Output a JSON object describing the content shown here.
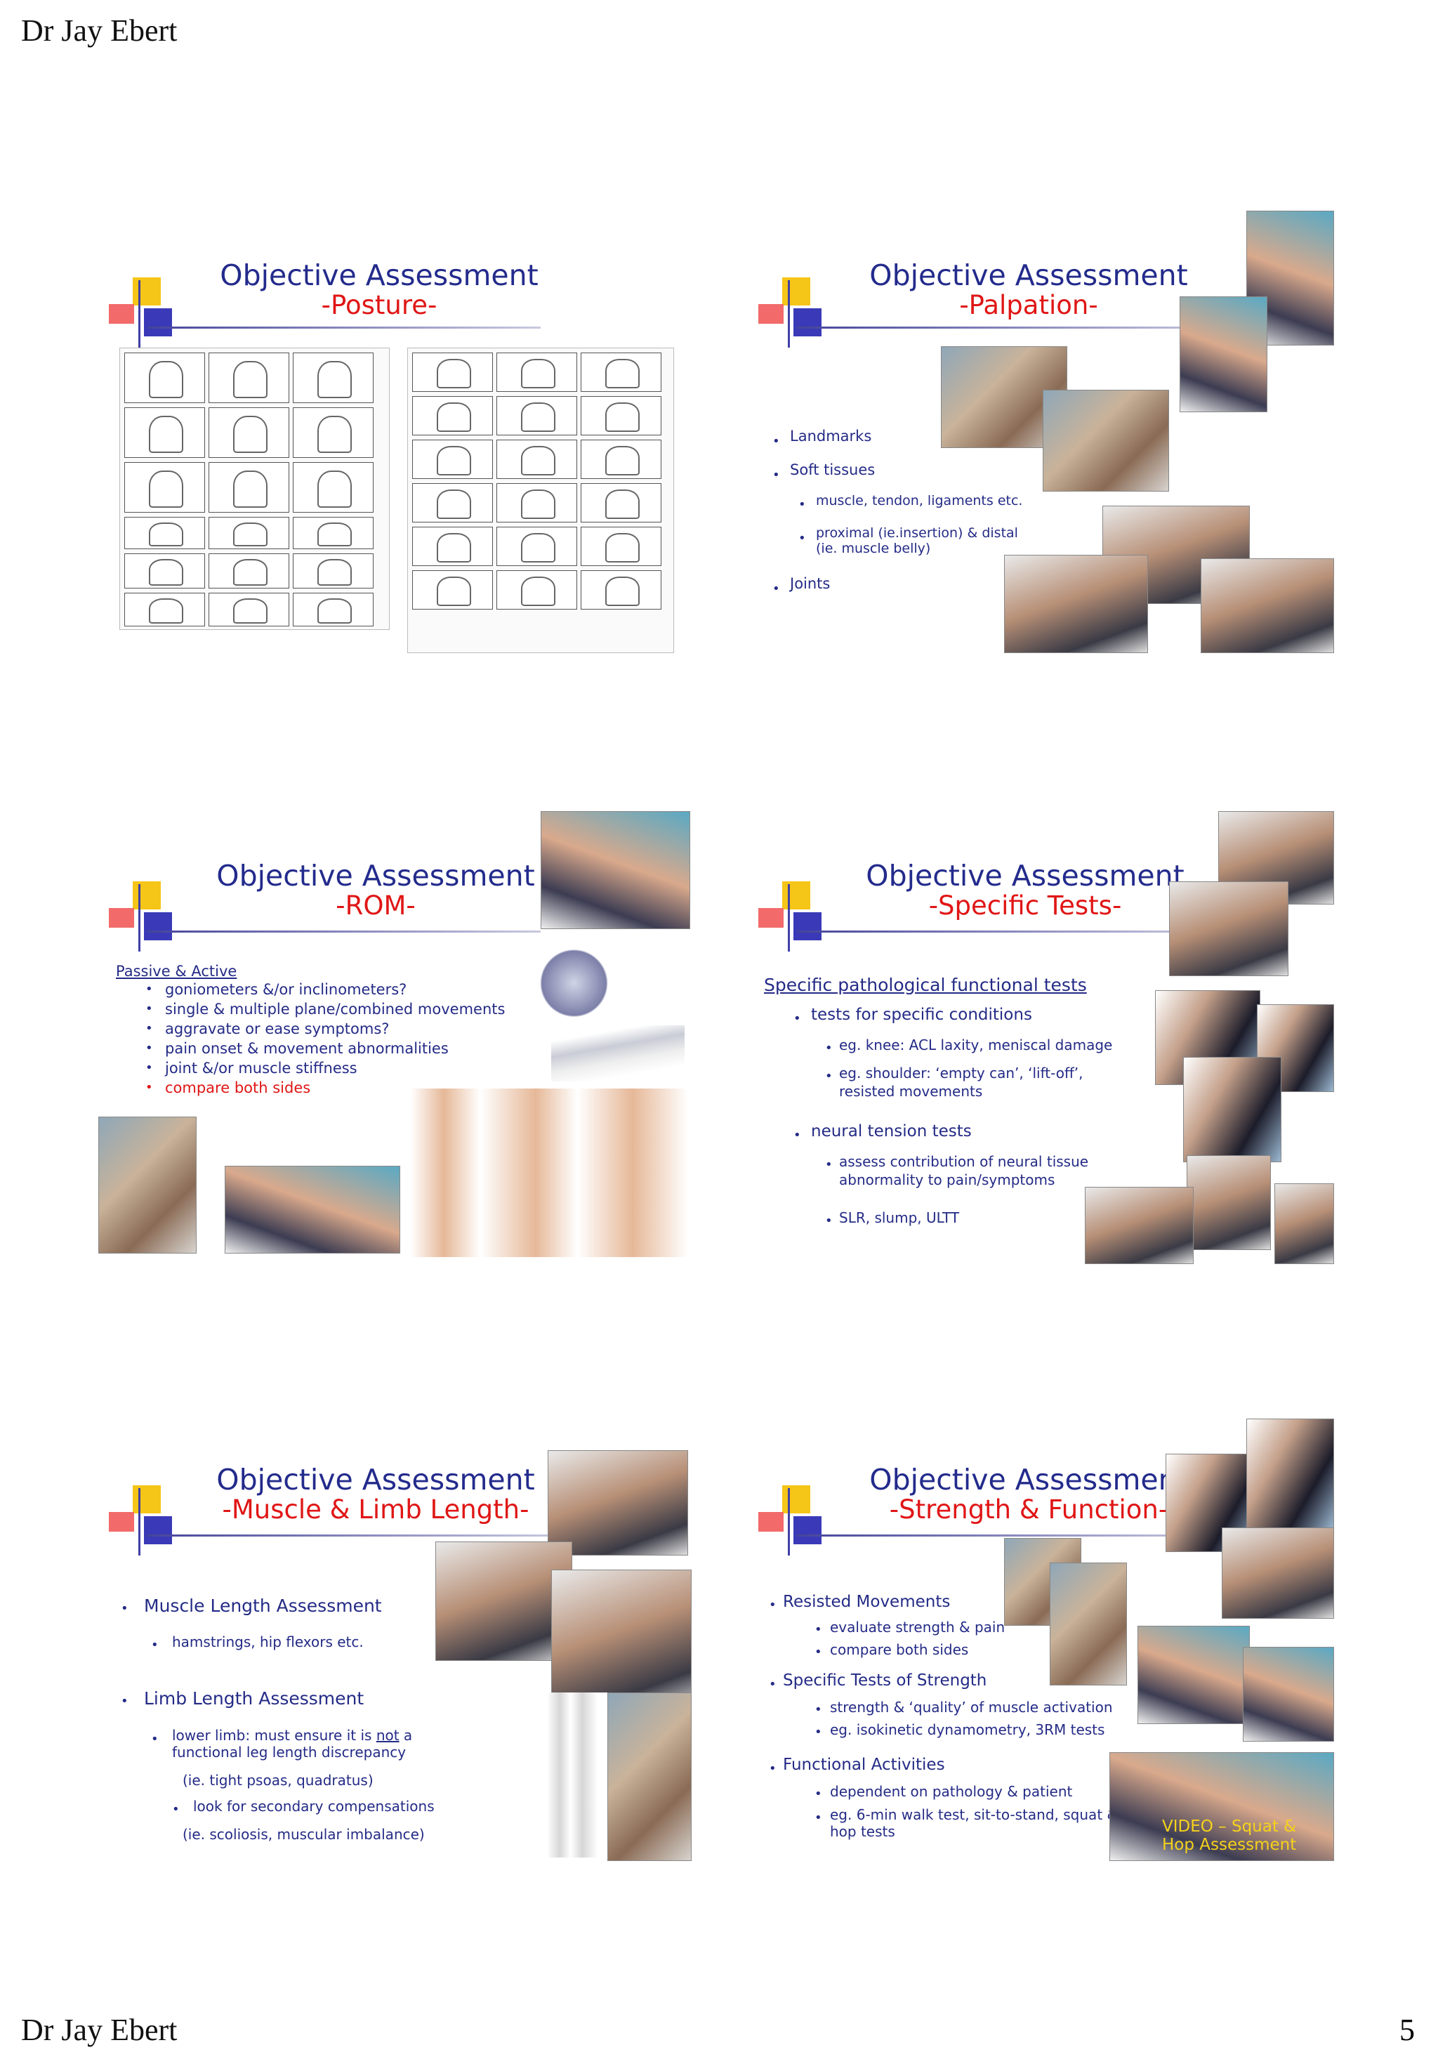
{
  "header": {
    "author": "Dr Jay Ebert"
  },
  "footer": {
    "author": "Dr Jay Ebert",
    "page_number": "5"
  },
  "slides": [
    {
      "title": "Objective Assessment",
      "subtitle": "-Posture-"
    },
    {
      "title": "Objective Assessment",
      "subtitle": "-Palpation-",
      "bullets": {
        "landmarks": "Landmarks",
        "soft_tissues": "Soft tissues",
        "sub1": "muscle, tendon, ligaments etc.",
        "sub2": "proximal (ie.insertion) & distal (ie. muscle belly)",
        "joints": "Joints"
      }
    },
    {
      "title": "Objective Assessment",
      "subtitle": "-ROM-",
      "heading": "Passive & Active",
      "items": [
        "goniometers &/or inclinometers?",
        "single & multiple plane/combined movements",
        "aggravate or ease symptoms?",
        "pain onset & movement abnormalities",
        "joint &/or muscle stiffness",
        "compare both sides"
      ]
    },
    {
      "title": "Objective Assessment",
      "subtitle": "-Specific Tests-",
      "heading": "Specific pathological functional tests",
      "l1a": "tests for specific conditions",
      "l2a": "eg. knee: ACL laxity, meniscal damage",
      "l2b": "eg. shoulder: ‘empty can’, ‘lift-off’, resisted movements",
      "l1b": "neural tension tests",
      "l2c": "assess contribution of neural tissue abnormality to pain/symptoms",
      "l2d": "SLR, slump, ULTT"
    },
    {
      "title": "Objective Assessment",
      "subtitle": "-Muscle & Limb Length-",
      "b1": "Muscle Length Assessment",
      "s1": "hamstrings, hip flexors etc.",
      "b2": "Limb Length Assessment",
      "s2a": "lower limb: must ensure it is ",
      "s2b": "not",
      "s2c": " a functional leg length discrepancy",
      "s2d": "(ie. tight psoas, quadratus)",
      "s3": "look for secondary compensations",
      "s3b": "(ie. scoliosis, muscular imbalance)"
    },
    {
      "title": "Objective Assessment",
      "subtitle": "-Strength & Function-",
      "b1": "Resisted Movements",
      "s1a": "evaluate strength & pain",
      "s1b": "compare both sides",
      "b2": "Specific Tests of Strength",
      "s2a": "strength & ‘quality’ of muscle activation",
      "s2b": "eg. isokinetic dynamometry, 3RM tests",
      "b3": "Functional Activities",
      "s3a": "dependent on pathology & patient",
      "s3b": "eg. 6-min walk test, sit-to-stand, squat & hop tests",
      "video": "VIDEO – Squat & Hop Assessment"
    }
  ],
  "colors": {
    "title": "#232b8c",
    "subtitle": "#e01616",
    "body": "#242b86",
    "video_label": "#f5d21a"
  }
}
